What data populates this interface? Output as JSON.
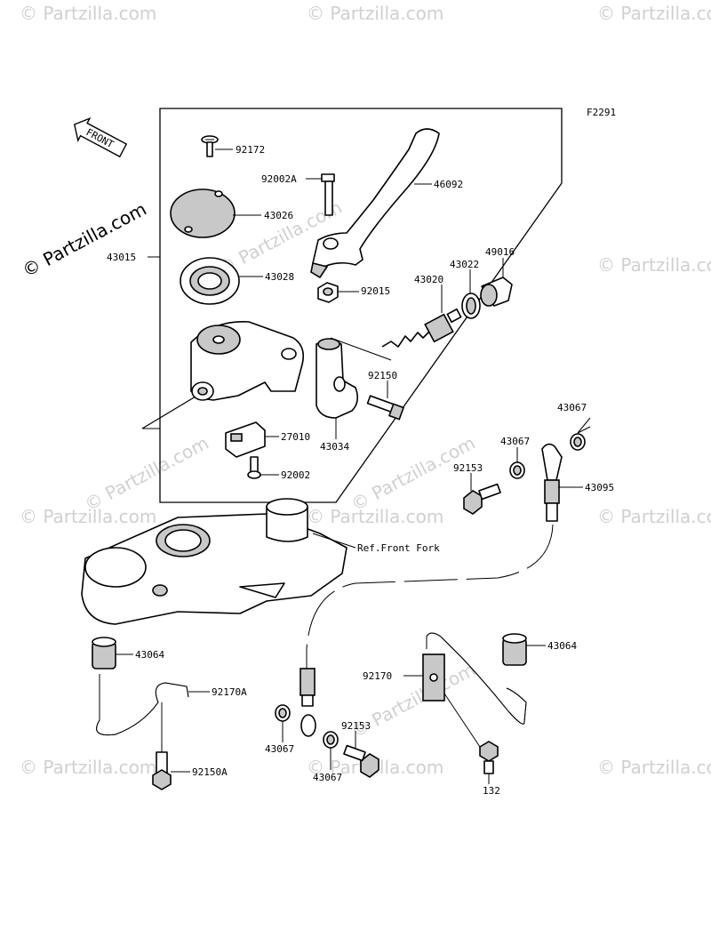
{
  "figure_code": "F2291",
  "front_label": "FRONT",
  "watermark": "© Partzilla.com",
  "reference_label": "Ref.Front Fork",
  "part_labels": {
    "p92172": "92172",
    "p92002A": "92002A",
    "p46092": "46092",
    "p43026": "43026",
    "p43015": "43015",
    "p43028": "43028",
    "p92015": "92015",
    "p43022": "43022",
    "p49016": "49016",
    "p43020": "43020",
    "p92150": "92150",
    "p27010": "27010",
    "p43034": "43034",
    "p92002": "92002",
    "p43067a": "43067",
    "p43067b": "43067",
    "p92153a": "92153",
    "p43095": "43095",
    "p43064a": "43064",
    "p43064b": "43064",
    "p92170A": "92170A",
    "p92170": "92170",
    "p92150A": "92150A",
    "p92153b": "92153",
    "p43067c": "43067",
    "p43067d": "43067",
    "p132": "132"
  }
}
